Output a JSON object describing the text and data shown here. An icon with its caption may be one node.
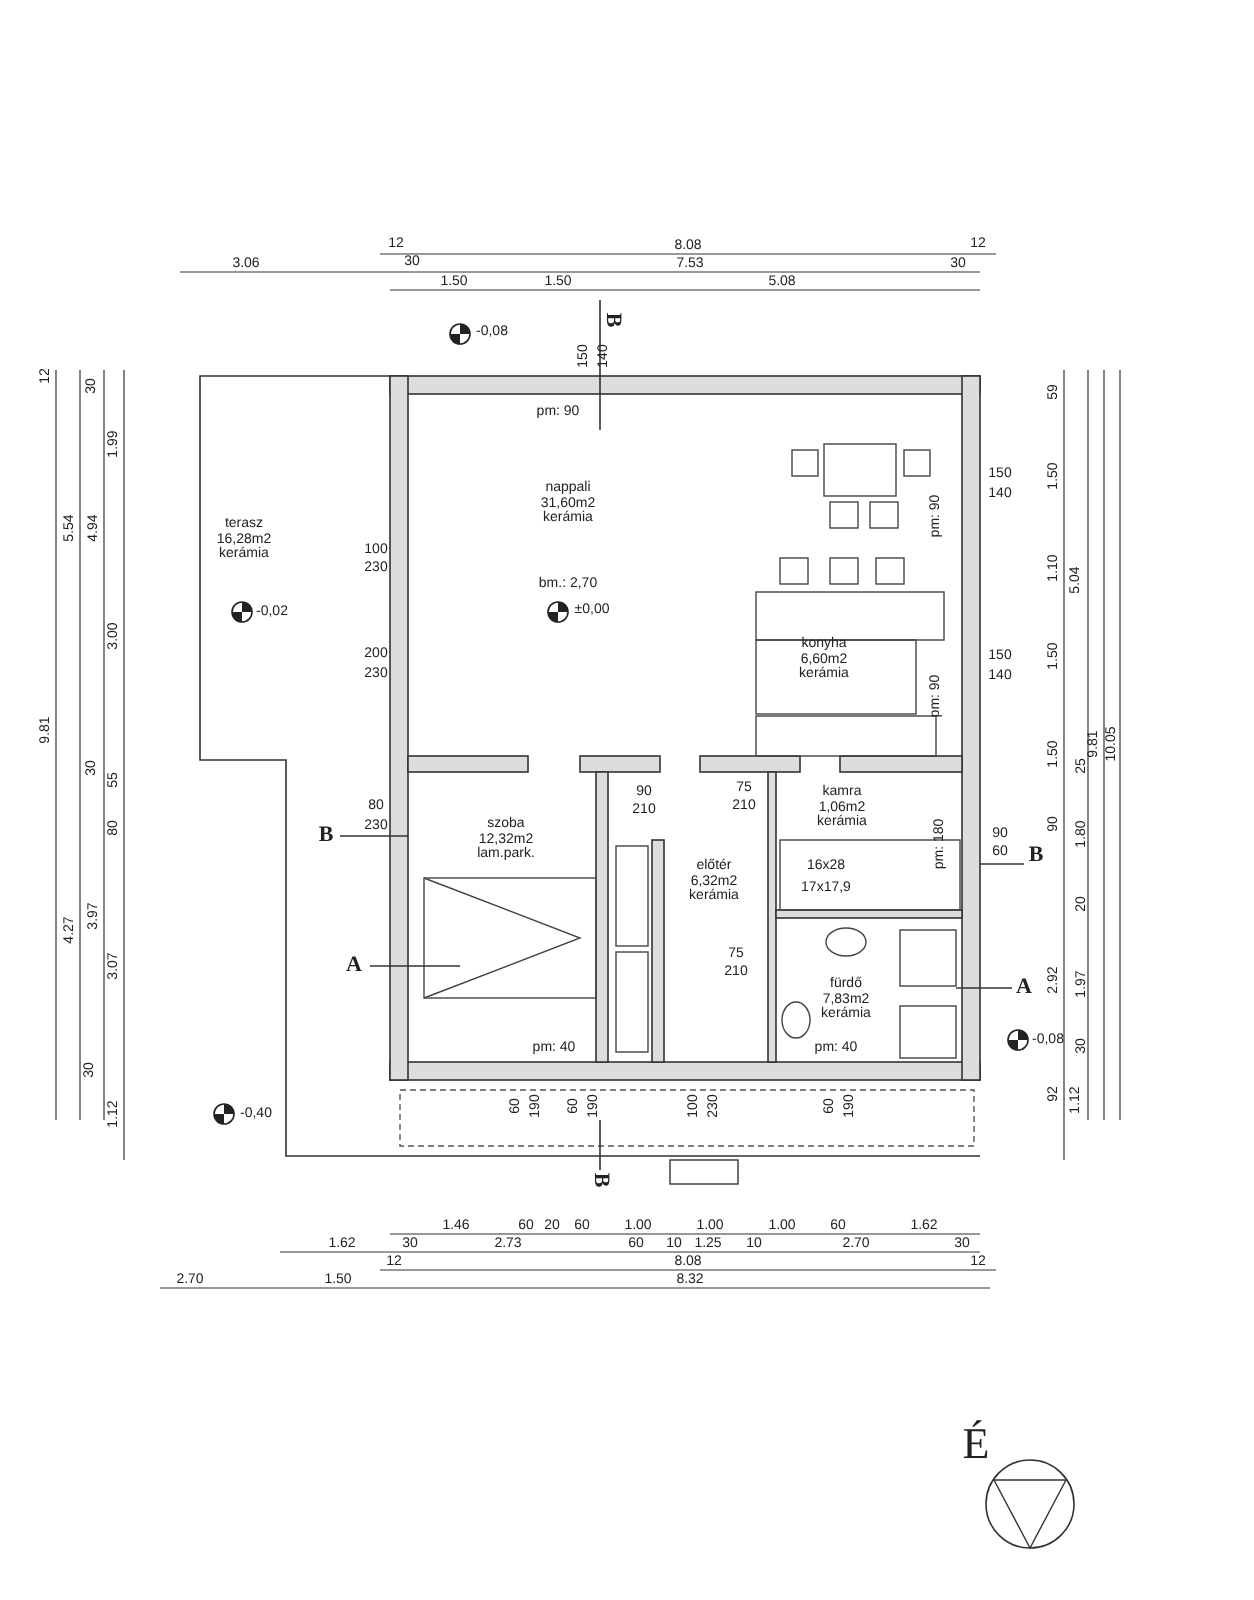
{
  "diagram": {
    "nodes": [
      {
        "text": [
          "terasz 16,28m2 kerámia"
        ]
      },
      {
        "text": [
          "nappali 31,60m2 kerámia"
        ]
      },
      {
        "text": [
          "konyha 6,60m2 kerámia"
        ]
      },
      {
        "text": [
          "kamra 1,06m2 kerámia"
        ]
      },
      {
        "text": [
          "szoba 12,32m2 lam.park."
        ]
      },
      {
        "text": [
          "előtér 6,32m2 kerámia"
        ]
      },
      {
        "text": [
          "fürdő 7,83m2 kerámia"
        ]
      }
    ],
    "labels": [
      "12",
      "8.08",
      "12",
      "3.06",
      "30",
      "7.53",
      "30",
      "1.50",
      "1.50",
      "5.08",
      "-0,08",
      "B",
      "150",
      "140",
      "pm: 90",
      "12",
      "30",
      "1.99",
      "5.54",
      "4.94",
      "-0,02",
      "100",
      "230",
      "3.00",
      "200",
      "230",
      "bm.: 2,70",
      "±0,00",
      "150",
      "140",
      "pm: 90",
      "59",
      "1.50",
      "1.10",
      "5.04",
      "1.50",
      "150",
      "140",
      "pm: 90",
      "9.81",
      "30",
      "55",
      "1.50",
      "25",
      "9.81",
      "10.05",
      "80",
      "80",
      "230",
      "90",
      "210",
      "75",
      "210",
      "B",
      "90",
      "1.80",
      "pm: 180",
      "90",
      "60",
      "B",
      "16x28",
      "17x17,9",
      "20",
      "3.97",
      "4.27",
      "75",
      "210",
      "A",
      "3.07",
      "2.92",
      "1.97",
      "A",
      "-0,08",
      "pm: 40",
      "pm: 40",
      "30",
      "30",
      "1.12",
      "-0,40",
      "60",
      "190",
      "60",
      "190",
      "100",
      "230",
      "60",
      "190",
      "92",
      "1.12",
      "B",
      "1.46",
      "60",
      "20",
      "60",
      "1.00",
      "1.00",
      "1.00",
      "60",
      "1.62",
      "1.62",
      "30",
      "2.73",
      "60",
      "10",
      "1.25",
      "10",
      "2.70",
      "30",
      "12",
      "8.08",
      "12",
      "2.70",
      "1.50",
      "8.32",
      "É"
    ]
  }
}
